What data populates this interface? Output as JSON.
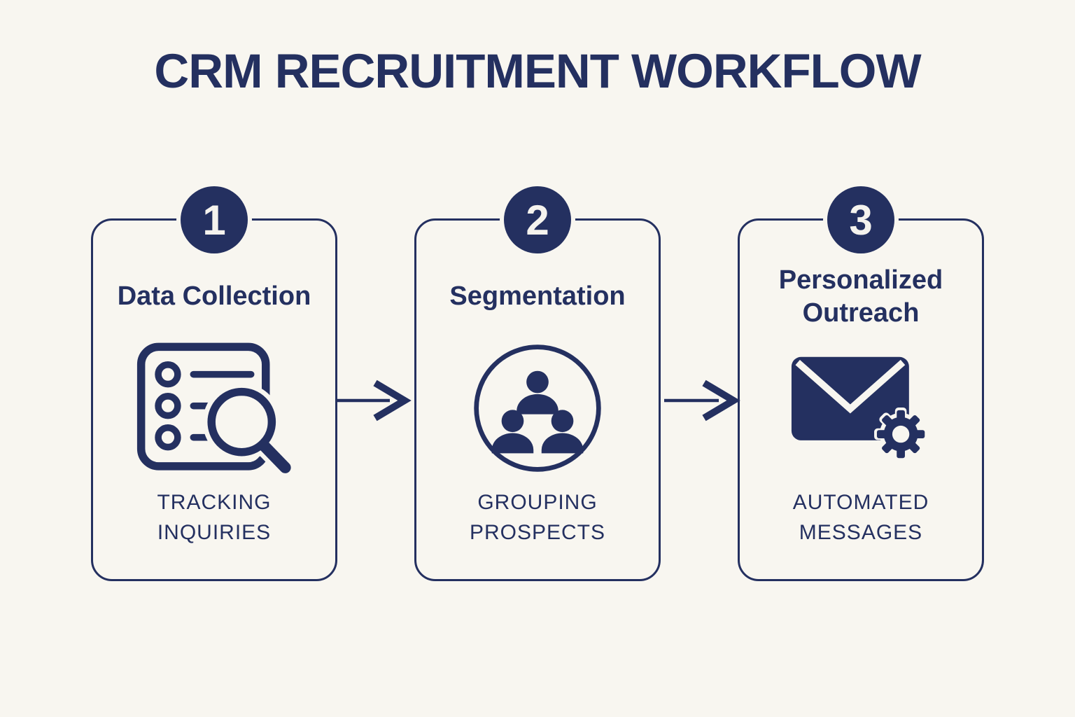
{
  "header": {
    "title": "CRM RECRUITMENT WORKFLOW"
  },
  "colors": {
    "background": "#f8f6f0",
    "navy": "#243060",
    "badge_text": "#f5f3ee"
  },
  "steps": [
    {
      "number": "1",
      "title": "Data Collection",
      "caption": "TRACKING INQUIRIES",
      "icon": "checklist-search-icon"
    },
    {
      "number": "2",
      "title": "Segmentation",
      "caption": "GROUPING PROSPECTS",
      "icon": "people-group-icon"
    },
    {
      "number": "3",
      "title": "Personalized Outreach",
      "caption": "AUTOMATED MESSAGES",
      "icon": "email-gear-icon"
    }
  ],
  "connectors": [
    {
      "type": "arrow-right"
    },
    {
      "type": "arrow-right"
    }
  ]
}
